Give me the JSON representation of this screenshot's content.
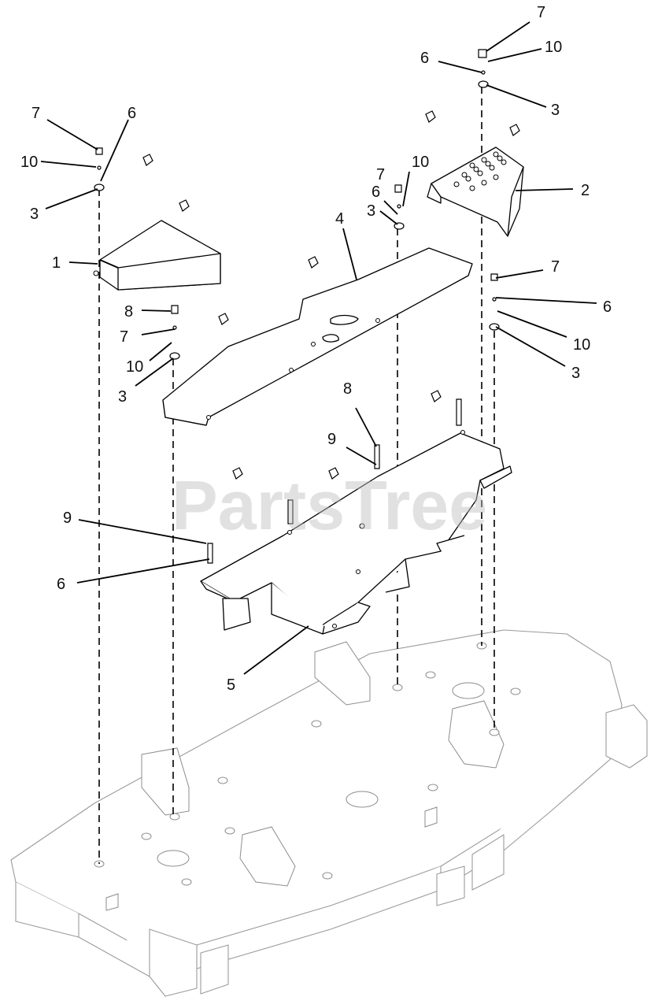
{
  "watermark": "PartsTree",
  "callouts": [
    {
      "id": "c1",
      "label": "1"
    },
    {
      "id": "c2",
      "label": "2"
    },
    {
      "id": "c3a",
      "label": "3"
    },
    {
      "id": "c3b",
      "label": "3"
    },
    {
      "id": "c3c",
      "label": "3"
    },
    {
      "id": "c3d",
      "label": "3"
    },
    {
      "id": "c3e",
      "label": "3"
    },
    {
      "id": "c4",
      "label": "4"
    },
    {
      "id": "c5",
      "label": "5"
    },
    {
      "id": "c6a",
      "label": "6"
    },
    {
      "id": "c6b",
      "label": "6"
    },
    {
      "id": "c6c",
      "label": "6"
    },
    {
      "id": "c6d",
      "label": "6"
    },
    {
      "id": "c6e",
      "label": "6"
    },
    {
      "id": "c7a",
      "label": "7"
    },
    {
      "id": "c7b",
      "label": "7"
    },
    {
      "id": "c7c",
      "label": "7"
    },
    {
      "id": "c7d",
      "label": "7"
    },
    {
      "id": "c7e",
      "label": "7"
    },
    {
      "id": "c8a",
      "label": "8"
    },
    {
      "id": "c8b",
      "label": "8"
    },
    {
      "id": "c9a",
      "label": "9"
    },
    {
      "id": "c9b",
      "label": "9"
    },
    {
      "id": "c10a",
      "label": "10"
    },
    {
      "id": "c10b",
      "label": "10"
    },
    {
      "id": "c10c",
      "label": "10"
    },
    {
      "id": "c10d",
      "label": "10"
    },
    {
      "id": "c10e",
      "label": "10"
    }
  ]
}
